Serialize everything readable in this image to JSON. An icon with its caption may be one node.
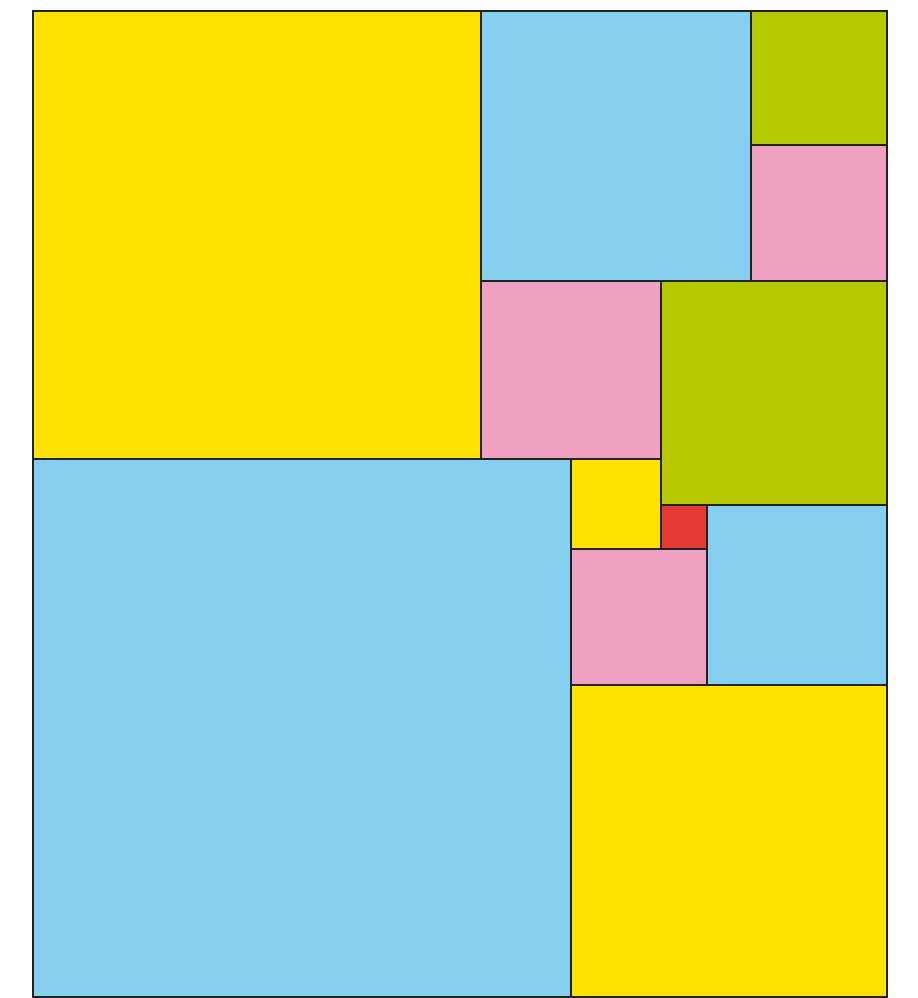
{
  "diagram": {
    "nodes": [
      {
        "text": [],
        "shape": "box"
      },
      {
        "text": [],
        "shape": "box"
      },
      {
        "text": [],
        "shape": "box"
      },
      {
        "text": [],
        "shape": "box"
      },
      {
        "text": [],
        "shape": "box"
      },
      {
        "text": [],
        "shape": "box"
      },
      {
        "text": [],
        "shape": "box"
      },
      {
        "text": [],
        "shape": "box"
      },
      {
        "text": [],
        "shape": "box"
      },
      {
        "text": [],
        "shape": "box"
      },
      {
        "text": [],
        "shape": "box"
      },
      {
        "text": [],
        "shape": "box"
      }
    ]
  }
}
